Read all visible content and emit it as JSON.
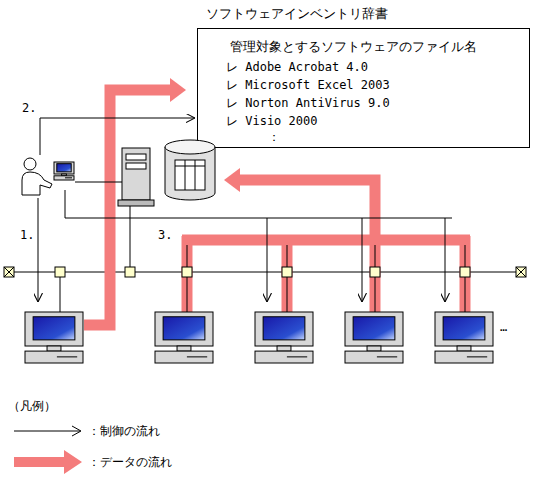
{
  "diagram": {
    "nodes": [
      {
        "text": [
          "ソフトウェアインベントリ辞書",
          "管理対象とするソフトウェアのファイル名",
          "レ Adobe Acrobat 4.0",
          "レ Microsoft Excel 2003",
          "レ Norton AntiVirus 9.0",
          "レ Visio 2000",
          "："
        ]
      }
    ],
    "labels": [
      "2.",
      "1.",
      "3.",
      "…",
      "（凡例）"
    ],
    "legend": [
      {
        "text": "：制御の流れ"
      },
      {
        "text": "：データの流れ",
        "color": "#f47c7c"
      }
    ]
  }
}
